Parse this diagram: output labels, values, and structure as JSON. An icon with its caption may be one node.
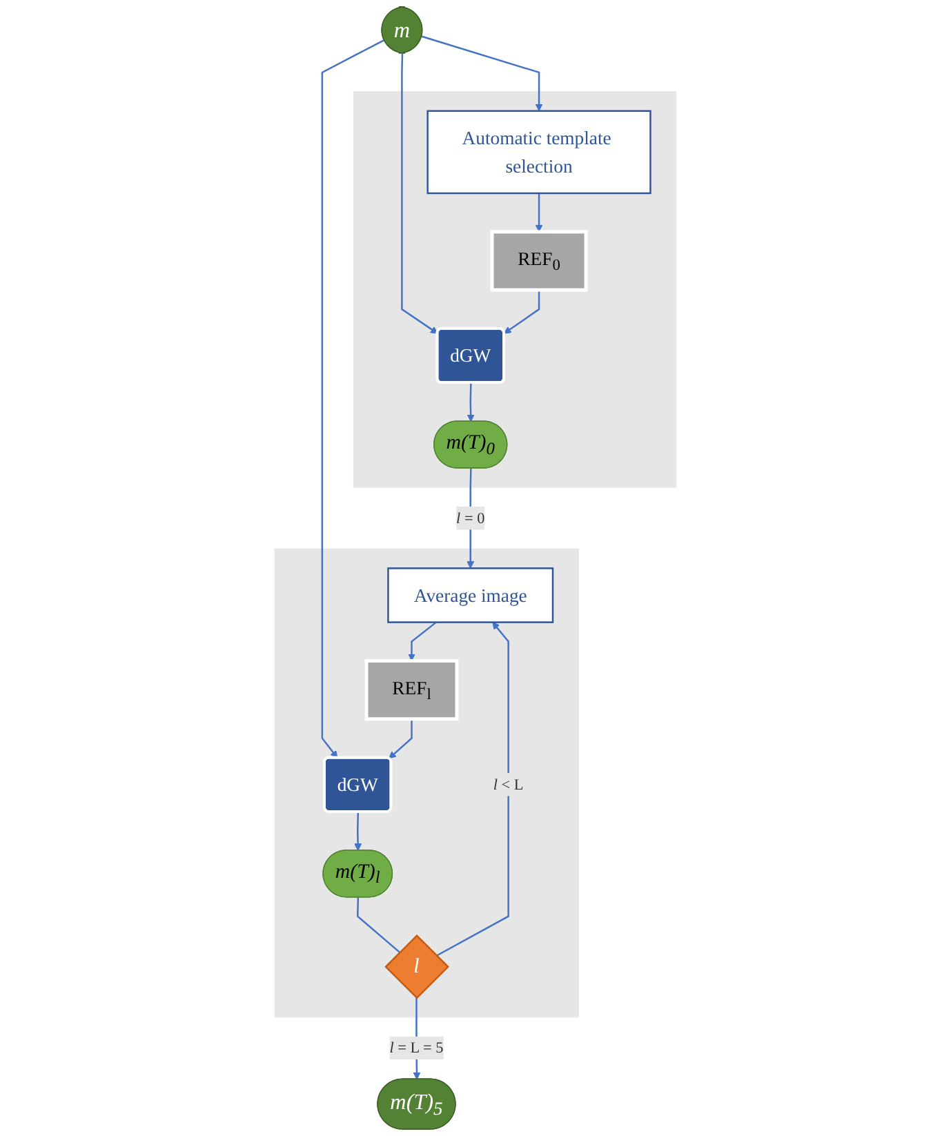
{
  "diagram": {
    "nodes": [
      {
        "text": [
          "m"
        ]
      },
      {
        "text": [],
        "shape": "box"
      },
      {
        "text": [
          "Automatic template selection"
        ],
        "in": 1
      },
      {
        "text": [
          "REF$_{0}$"
        ],
        "in": 1
      },
      {
        "text": [
          "dGW"
        ],
        "in": 1
      },
      {
        "text": [
          "m(T)$_{0}$"
        ],
        "in": 1
      },
      {
        "text": [],
        "shape": "box"
      },
      {
        "text": [
          "Average image"
        ],
        "in": 6
      },
      {
        "text": [
          "REF$_{l}$"
        ],
        "in": 6
      },
      {
        "text": [
          "dGW"
        ],
        "in": 6
      },
      {
        "text": [
          "m(T)$_{l}$"
        ],
        "in": 6
      },
      {
        "text": [
          "l"
        ],
        "in": 6
      },
      {
        "text": [
          "m(T)$_{5}$"
        ]
      }
    ],
    "edges": [
      {
        "from": 0,
        "to": 2,
        "arrow": "to"
      },
      {
        "from": 0,
        "to": 4,
        "arrow": "to"
      },
      {
        "from": 0,
        "to": 9,
        "arrow": "to"
      },
      {
        "from": 2,
        "to": 3,
        "arrow": "to"
      },
      {
        "from": 3,
        "to": 4,
        "arrow": "to"
      },
      {
        "from": 4,
        "to": 5,
        "arrow": "to"
      },
      {
        "from": 5,
        "to": 7,
        "arrow": "to",
        "label": "*l* = 0"
      },
      {
        "from": 7,
        "to": 8,
        "arrow": "to"
      },
      {
        "from": 8,
        "to": 9,
        "arrow": "to"
      },
      {
        "from": 9,
        "to": 10,
        "arrow": "to"
      },
      {
        "from": 10,
        "to": 11,
        "arrow": "none"
      },
      {
        "from": 11,
        "to": 7,
        "arrow": "to",
        "label": "*l* < L"
      },
      {
        "from": 11,
        "to": 12,
        "arrow": "to",
        "label": "*l* = L = 5"
      }
    ]
  }
}
